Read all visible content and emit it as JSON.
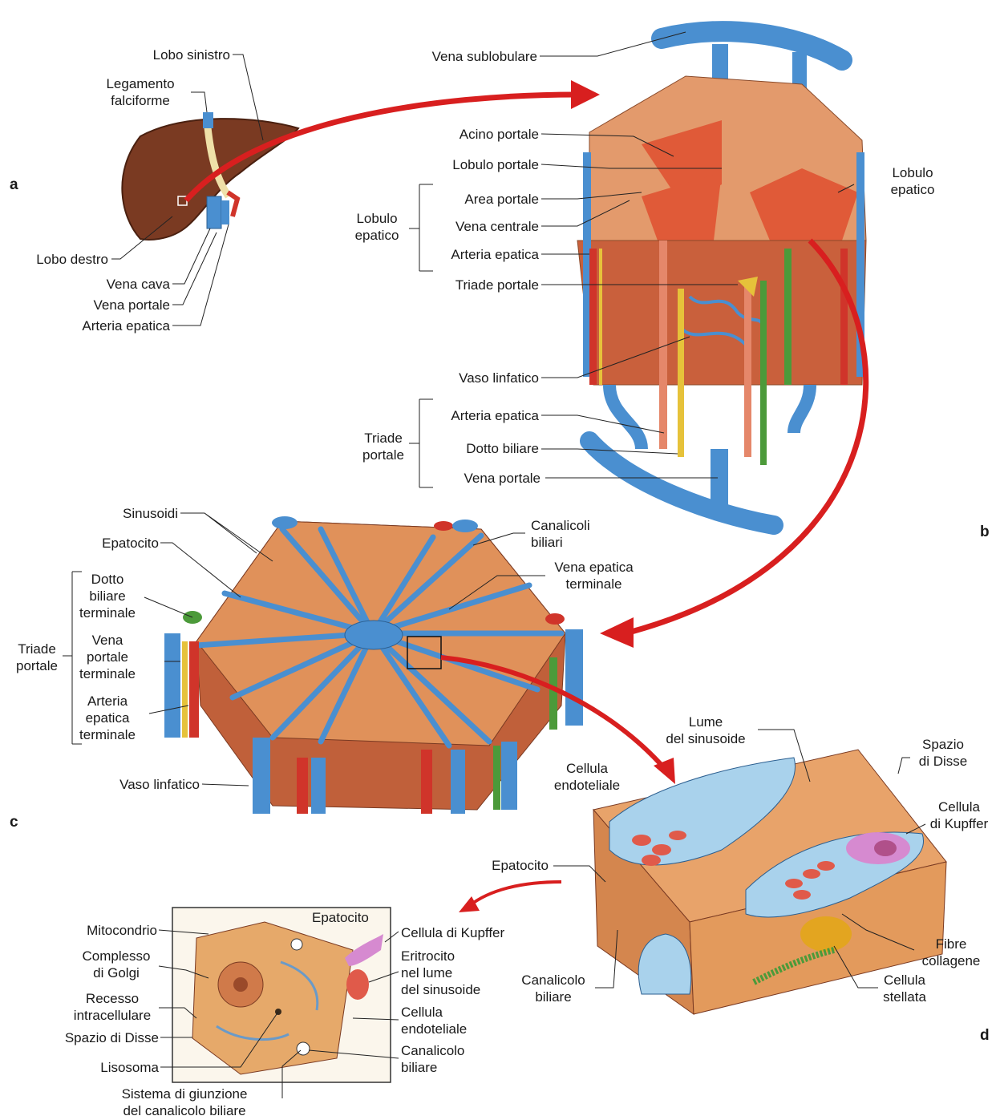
{
  "panels": {
    "a": "a",
    "b": "b",
    "c": "c",
    "d": "d"
  },
  "a": {
    "lobo_sinistro": "Lobo sinistro",
    "legamento": "Legamento\nfalciforme",
    "lobo_destro": "Lobo destro",
    "vena_cava": "Vena cava",
    "vena_portale": "Vena portale",
    "arteria_epatica": "Arteria epatica"
  },
  "b": {
    "vena_sublobulare": "Vena sublobulare",
    "acino_portale": "Acino portale",
    "lobulo_portale": "Lobulo portale",
    "area_portale": "Area portale",
    "vena_centrale": "Vena centrale",
    "arteria_epatica": "Arteria epatica",
    "triade_portale": "Triade portale",
    "lobulo_epatico_bracket": "Lobulo\nepatico",
    "lobulo_epatico_right": "Lobulo\nepatico",
    "vaso_linfatico": "Vaso linfatico",
    "triade_arteria": "Arteria epatica",
    "dotto_biliare": "Dotto biliare",
    "vena_portale": "Vena portale",
    "triade_bracket": "Triade\nportale"
  },
  "c": {
    "sinusoidi": "Sinusoidi",
    "epatocito": "Epatocito",
    "canalicoli": "Canalicoli\nbiliari",
    "vena_epatica_terminale": "Vena epatica\nterminale",
    "dotto_biliare_terminale": "Dotto\nbiliare\nterminale",
    "vena_portale_terminale": "Vena\nportale\nterminale",
    "arteria_epatica_terminale": "Arteria\nepatica\nterminale",
    "triade_bracket": "Triade\nportale",
    "vaso_linfatico": "Vaso linfatico"
  },
  "d": {
    "lume": "Lume\ndel sinusoide",
    "spazio_disse": "Spazio\ndi Disse",
    "cellula_endoteliale": "Cellula\nendoteliale",
    "cellula_kupffer": "Cellula\ndi Kupffer",
    "epatocito": "Epatocito",
    "fibre": "Fibre\ncollagene",
    "canalicolo": "Canalicolo\nbiliare",
    "cellula_stellata": "Cellula\nstellata"
  },
  "e": {
    "epatocito": "Epatocito",
    "mitocondrio": "Mitocondrio",
    "golgi": "Complesso\ndi Golgi",
    "recesso": "Recesso\nintracellulare",
    "spazio_disse": "Spazio di Disse",
    "lisosoma": "Lisosoma",
    "sistema": "Sistema di giunzione\ndel canalicolo biliare",
    "kupffer": "Cellula di Kupffer",
    "eritrocito": "Eritrocito\nnel lume\ndel sinusoide",
    "endoteliale": "Cellula\nendoteliale",
    "canalicolo": "Canalicolo\nbiliare"
  },
  "colors": {
    "liver": "#7a3a22",
    "vein": "#4a8fd0",
    "artery": "#d0342a",
    "bile": "#4c9a3a",
    "lymph": "#e6c23a",
    "arrow": "#d81f1f",
    "tissue": "#e8a36a"
  }
}
